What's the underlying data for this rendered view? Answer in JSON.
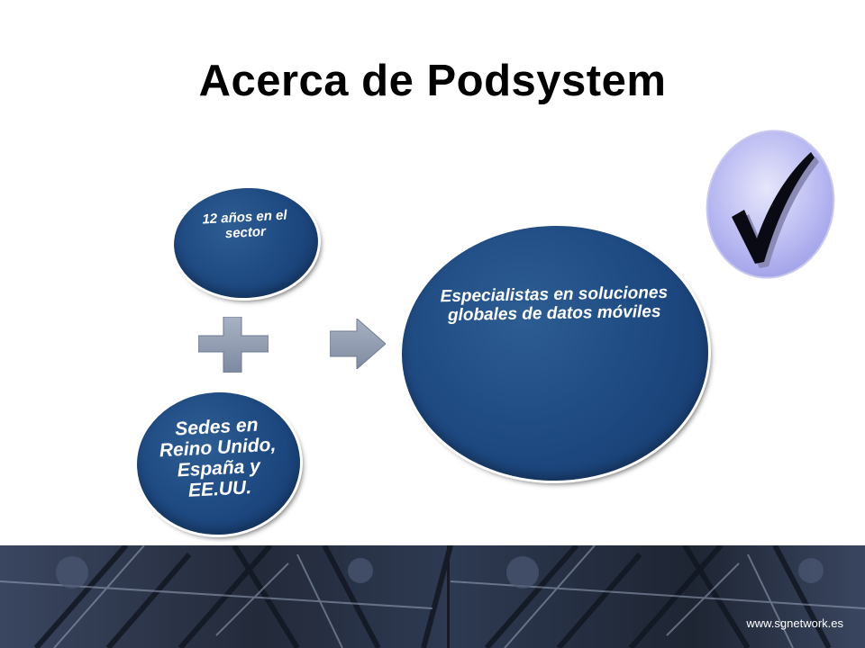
{
  "slide": {
    "title": "Acerca de Podsystem"
  },
  "diagram": {
    "circle_top": "12 años en el sector",
    "circle_bottom": "Sedes en Reino Unido, España y EE.UU.",
    "circle_result": "Especialistas en soluciones globales de datos móviles",
    "plus_symbol_color": "#8e9bb0",
    "arrow_color": "#8e9bb0",
    "circle_color": "#1f4a80",
    "check_badge_color": "#a9a9f0"
  },
  "footer": {
    "url": "www.sgnetwork.es"
  }
}
